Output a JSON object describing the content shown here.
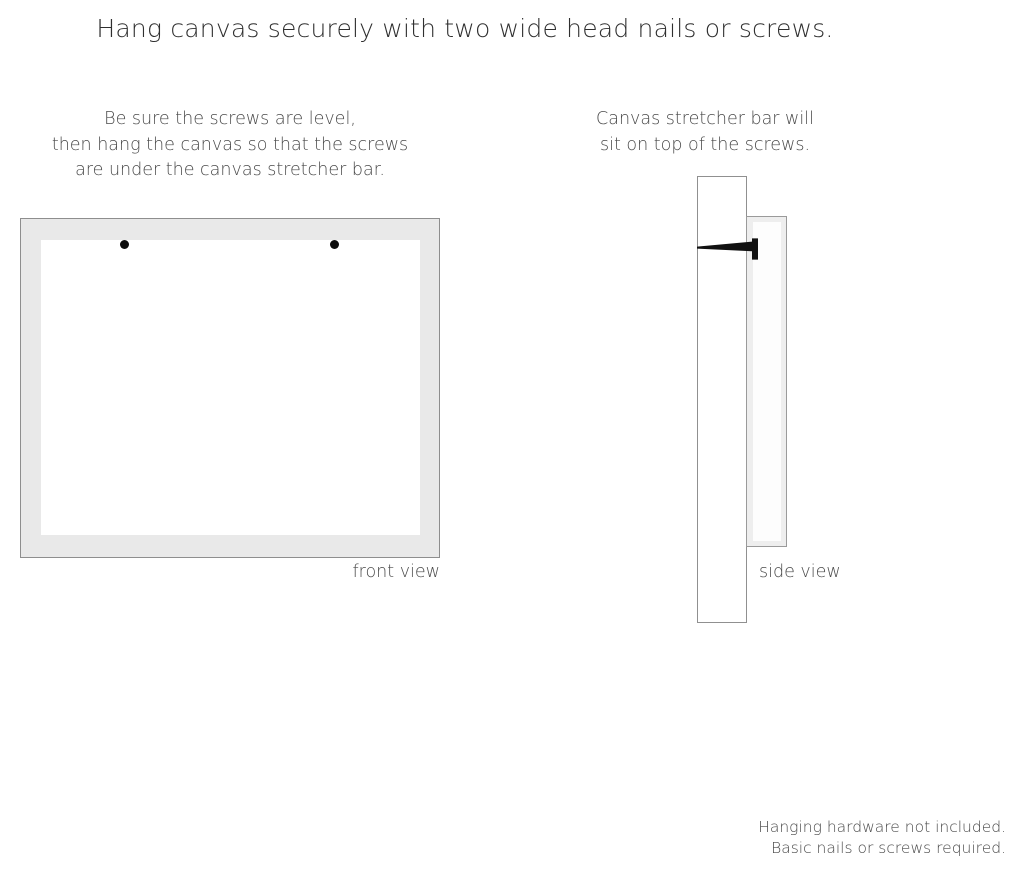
{
  "title": "Hang canvas securely with two wide head nails or screws.",
  "captions": {
    "left": [
      "Be sure the screws are level,",
      "then hang the canvas so that the screws",
      "are under the canvas stretcher bar."
    ],
    "right": [
      "Canvas stretcher bar will",
      "sit on top of the screws."
    ]
  },
  "diagrams": {
    "front": {
      "label": "front view",
      "frame_color": "#e9e9e9",
      "frame_border_color": "#8e8e8e",
      "canvas_color": "#ffffff",
      "screw_color": "#0d0d0d",
      "screw_count": 2
    },
    "side": {
      "label": "side view",
      "wall_color": "#ffffff",
      "wall_border_color": "#909090",
      "stretcher_color": "#eeeeee",
      "stretcher_border_color": "#9a9a9a",
      "nail_color": "#111111"
    }
  },
  "footer": [
    "Hanging hardware not included.",
    "Basic nails or screws required."
  ]
}
